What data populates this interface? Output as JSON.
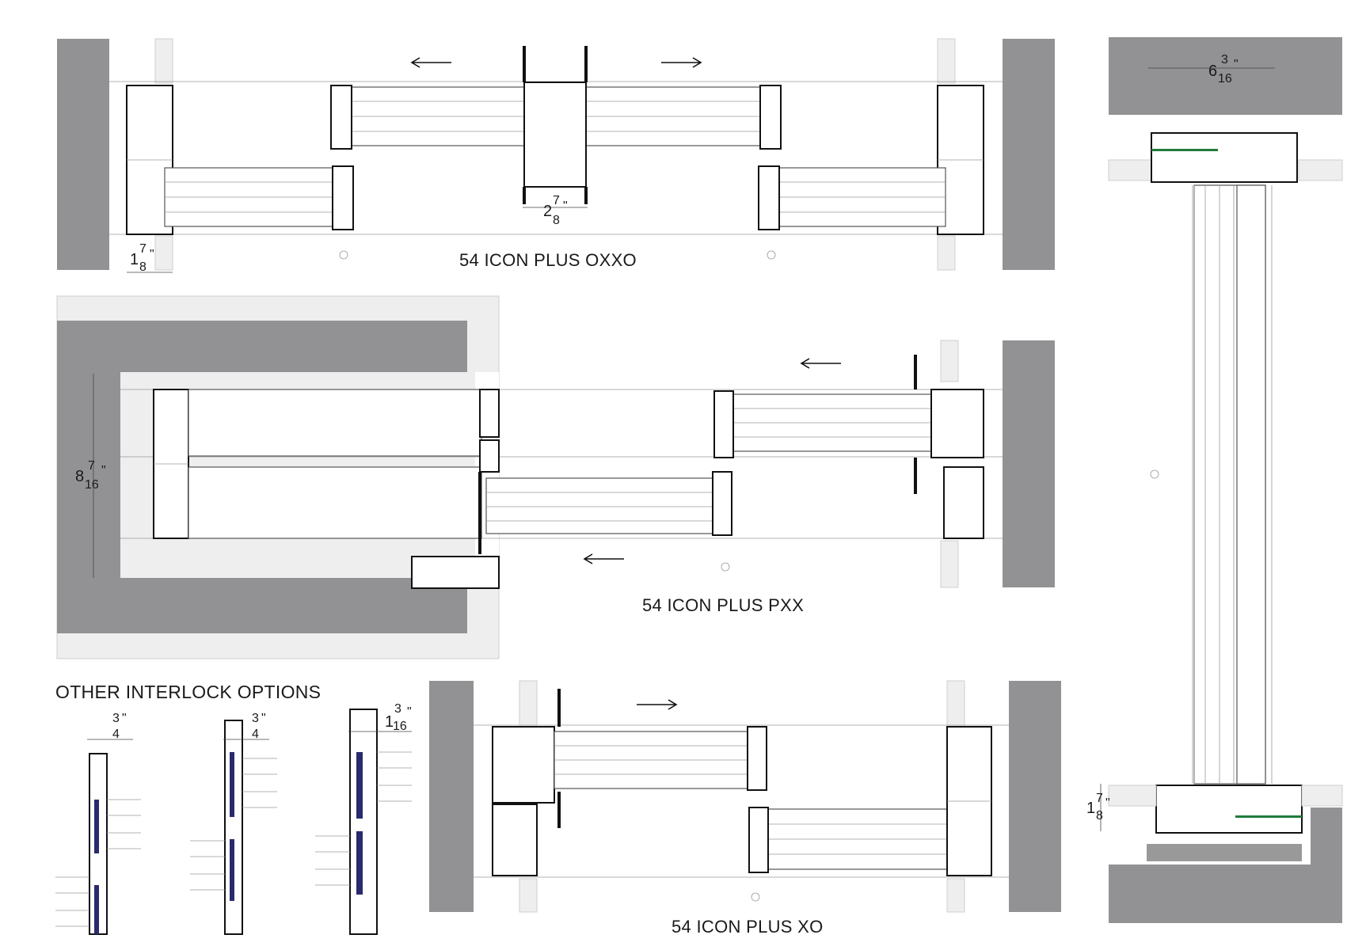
{
  "drawings": {
    "oxxo": {
      "title": "54 ICON PLUS OXXO"
    },
    "pxx": {
      "title": "54 ICON PLUS PXX"
    },
    "xo": {
      "title": "54 ICON PLUS XO"
    },
    "interlock": {
      "heading": "OTHER INTERLOCK OPTIONS"
    }
  },
  "dimensions": {
    "oxxo_frame_depth": {
      "whole": "1",
      "num": "7",
      "den": "8",
      "unit": "\""
    },
    "oxxo_interlock": {
      "whole": "2",
      "num": "7",
      "den": "8",
      "unit": "\""
    },
    "pxx_pocket_depth": {
      "whole": "8",
      "num": "7",
      "den": "16",
      "unit": "\""
    },
    "section_head": {
      "whole": "6",
      "num": "3",
      "den": "16",
      "unit": "\""
    },
    "section_sill": {
      "whole": "1",
      "num": "7",
      "den": "8",
      "unit": "\""
    },
    "interlock_a": {
      "num": "3",
      "den": "4",
      "unit": "\""
    },
    "interlock_b": {
      "num": "3",
      "den": "4",
      "unit": "\""
    },
    "interlock_c": {
      "whole": "1",
      "num": "3",
      "den": "16",
      "unit": "\""
    }
  },
  "colors": {
    "wall": "#929294",
    "concrete": "#eeeeee",
    "gasket": "#2a2a6e",
    "seal": "#1f7a3c"
  }
}
